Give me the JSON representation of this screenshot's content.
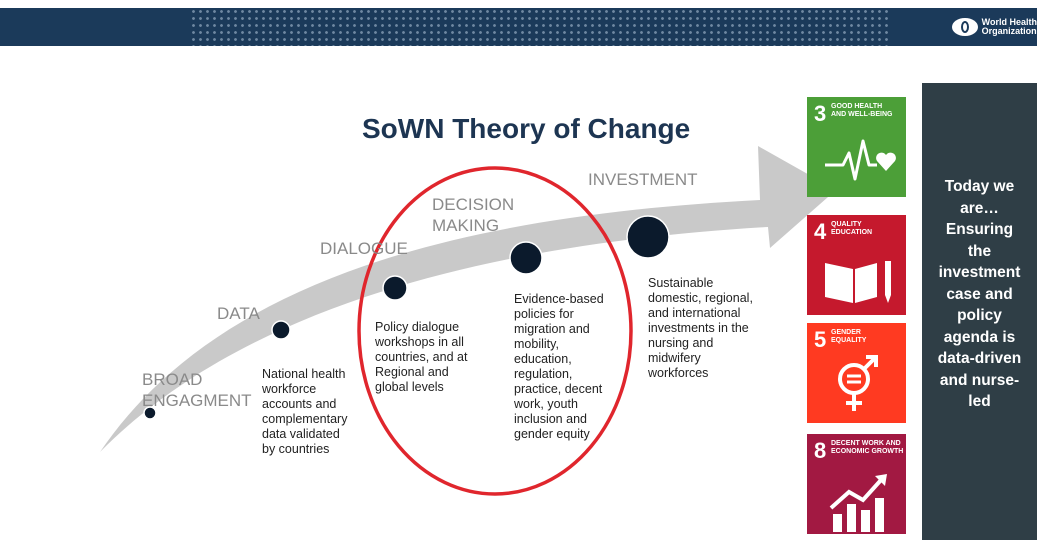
{
  "header": {
    "org_name": "World Health\nOrganization",
    "org_logo_icon": "who-emblem-icon"
  },
  "title": "SoWN Theory of Change",
  "stages": [
    {
      "id": "broad",
      "label": "BROAD\nENGAGMENT",
      "description": ""
    },
    {
      "id": "data",
      "label": "DATA",
      "description": "National health\nworkforce\naccounts and\ncomplementary\ndata validated\nby countries"
    },
    {
      "id": "dialogue",
      "label": "DIALOGUE",
      "description": "Policy dialogue\nworkshops in all\ncountries, and at\nRegional and\nglobal levels"
    },
    {
      "id": "decision",
      "label": "DECISION\nMAKING",
      "description": "Evidence-based\npolicies for\nmigration and\nmobility,\neducation,\nregulation,\npractice, decent\nwork, youth\ninclusion and\ngender equity"
    },
    {
      "id": "investment",
      "label": "INVESTMENT",
      "description": "Sustainable\ndomestic, regional,\nand international\ninvestments in the\nnursing and\nmidwifery\nworkforces"
    }
  ],
  "sdg_goals": [
    {
      "number": "3",
      "label": "GOOD HEALTH\nAND WELL-BEING",
      "color": "#4c9f38",
      "icon": "heartbeat-icon"
    },
    {
      "number": "4",
      "label": "QUALITY\nEDUCATION",
      "color": "#c5192d",
      "icon": "book-pencil-icon"
    },
    {
      "number": "5",
      "label": "GENDER\nEQUALITY",
      "color": "#ff3a21",
      "icon": "gender-equality-icon"
    },
    {
      "number": "8",
      "label": "DECENT WORK AND\nECONOMIC GROWTH",
      "color": "#a21942",
      "icon": "growth-chart-icon"
    }
  ],
  "side_panel": {
    "text": "Today we\nare…\nEnsuring\nthe\ninvestment\ncase and\npolicy\nagenda is\ndata-driven\nand nurse-\nled"
  },
  "colors": {
    "header_bg": "#1b3a5a",
    "arrow": "#c9c9c9",
    "highlight_ring": "#e0262d",
    "node": "#0b1a2c",
    "panel_bg": "#2f3e46"
  }
}
